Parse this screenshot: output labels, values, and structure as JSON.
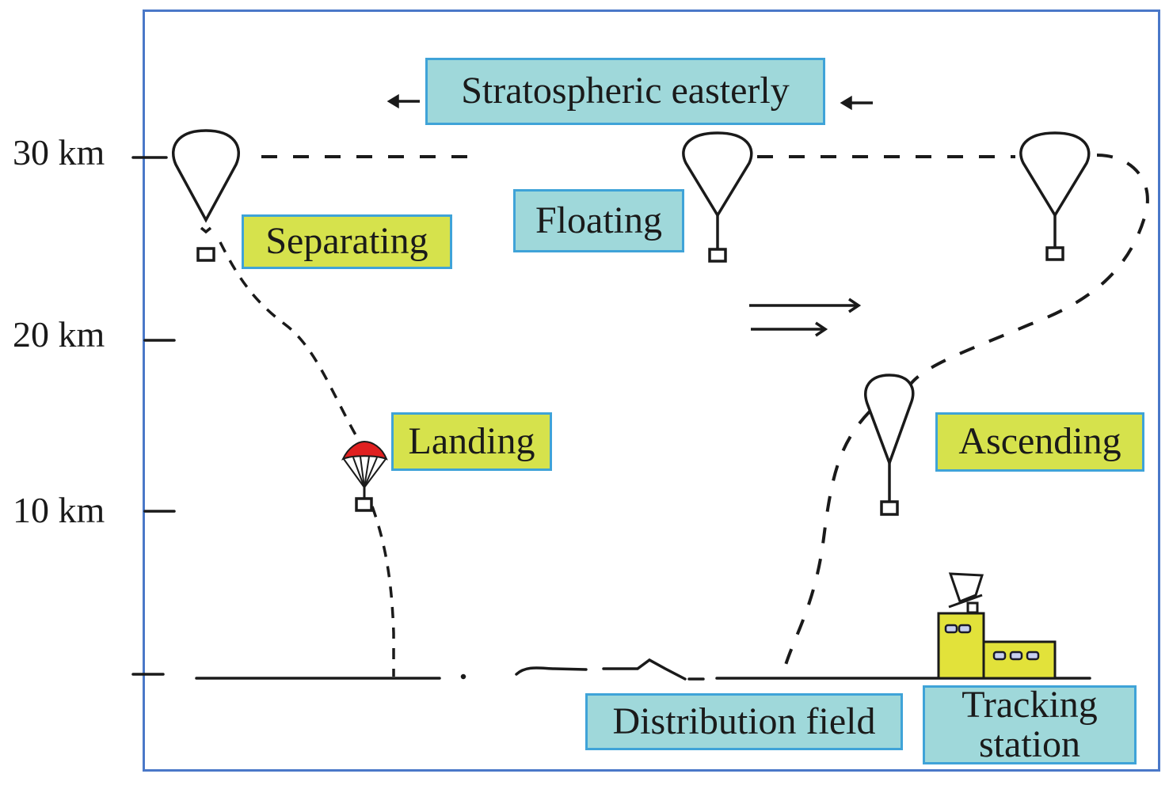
{
  "diagram": {
    "title": "Stratospheric balloon flight profile",
    "axis": {
      "ticks": [
        {
          "label": "30 km",
          "value": 30
        },
        {
          "label": "20 km",
          "value": 20
        },
        {
          "label": "10 km",
          "value": 10
        },
        {
          "label": "",
          "value": 0
        }
      ]
    },
    "labels": {
      "wind": "Stratospheric easterly",
      "floating": "Floating",
      "separating": "Separating",
      "landing": "Landing",
      "ascending": "Ascending",
      "distribution": "Distribution field",
      "tracking_line1": "Tracking",
      "tracking_line2": "station"
    },
    "colors": {
      "frame": "#4a78c8",
      "label_cyan": "#9fd8da",
      "label_lime": "#d6e24c",
      "label_border": "#3fa3d8",
      "parachute": "#e02020",
      "building": "#e2e23a"
    },
    "stages": [
      "Ascending",
      "Floating",
      "Separating",
      "Landing"
    ]
  }
}
